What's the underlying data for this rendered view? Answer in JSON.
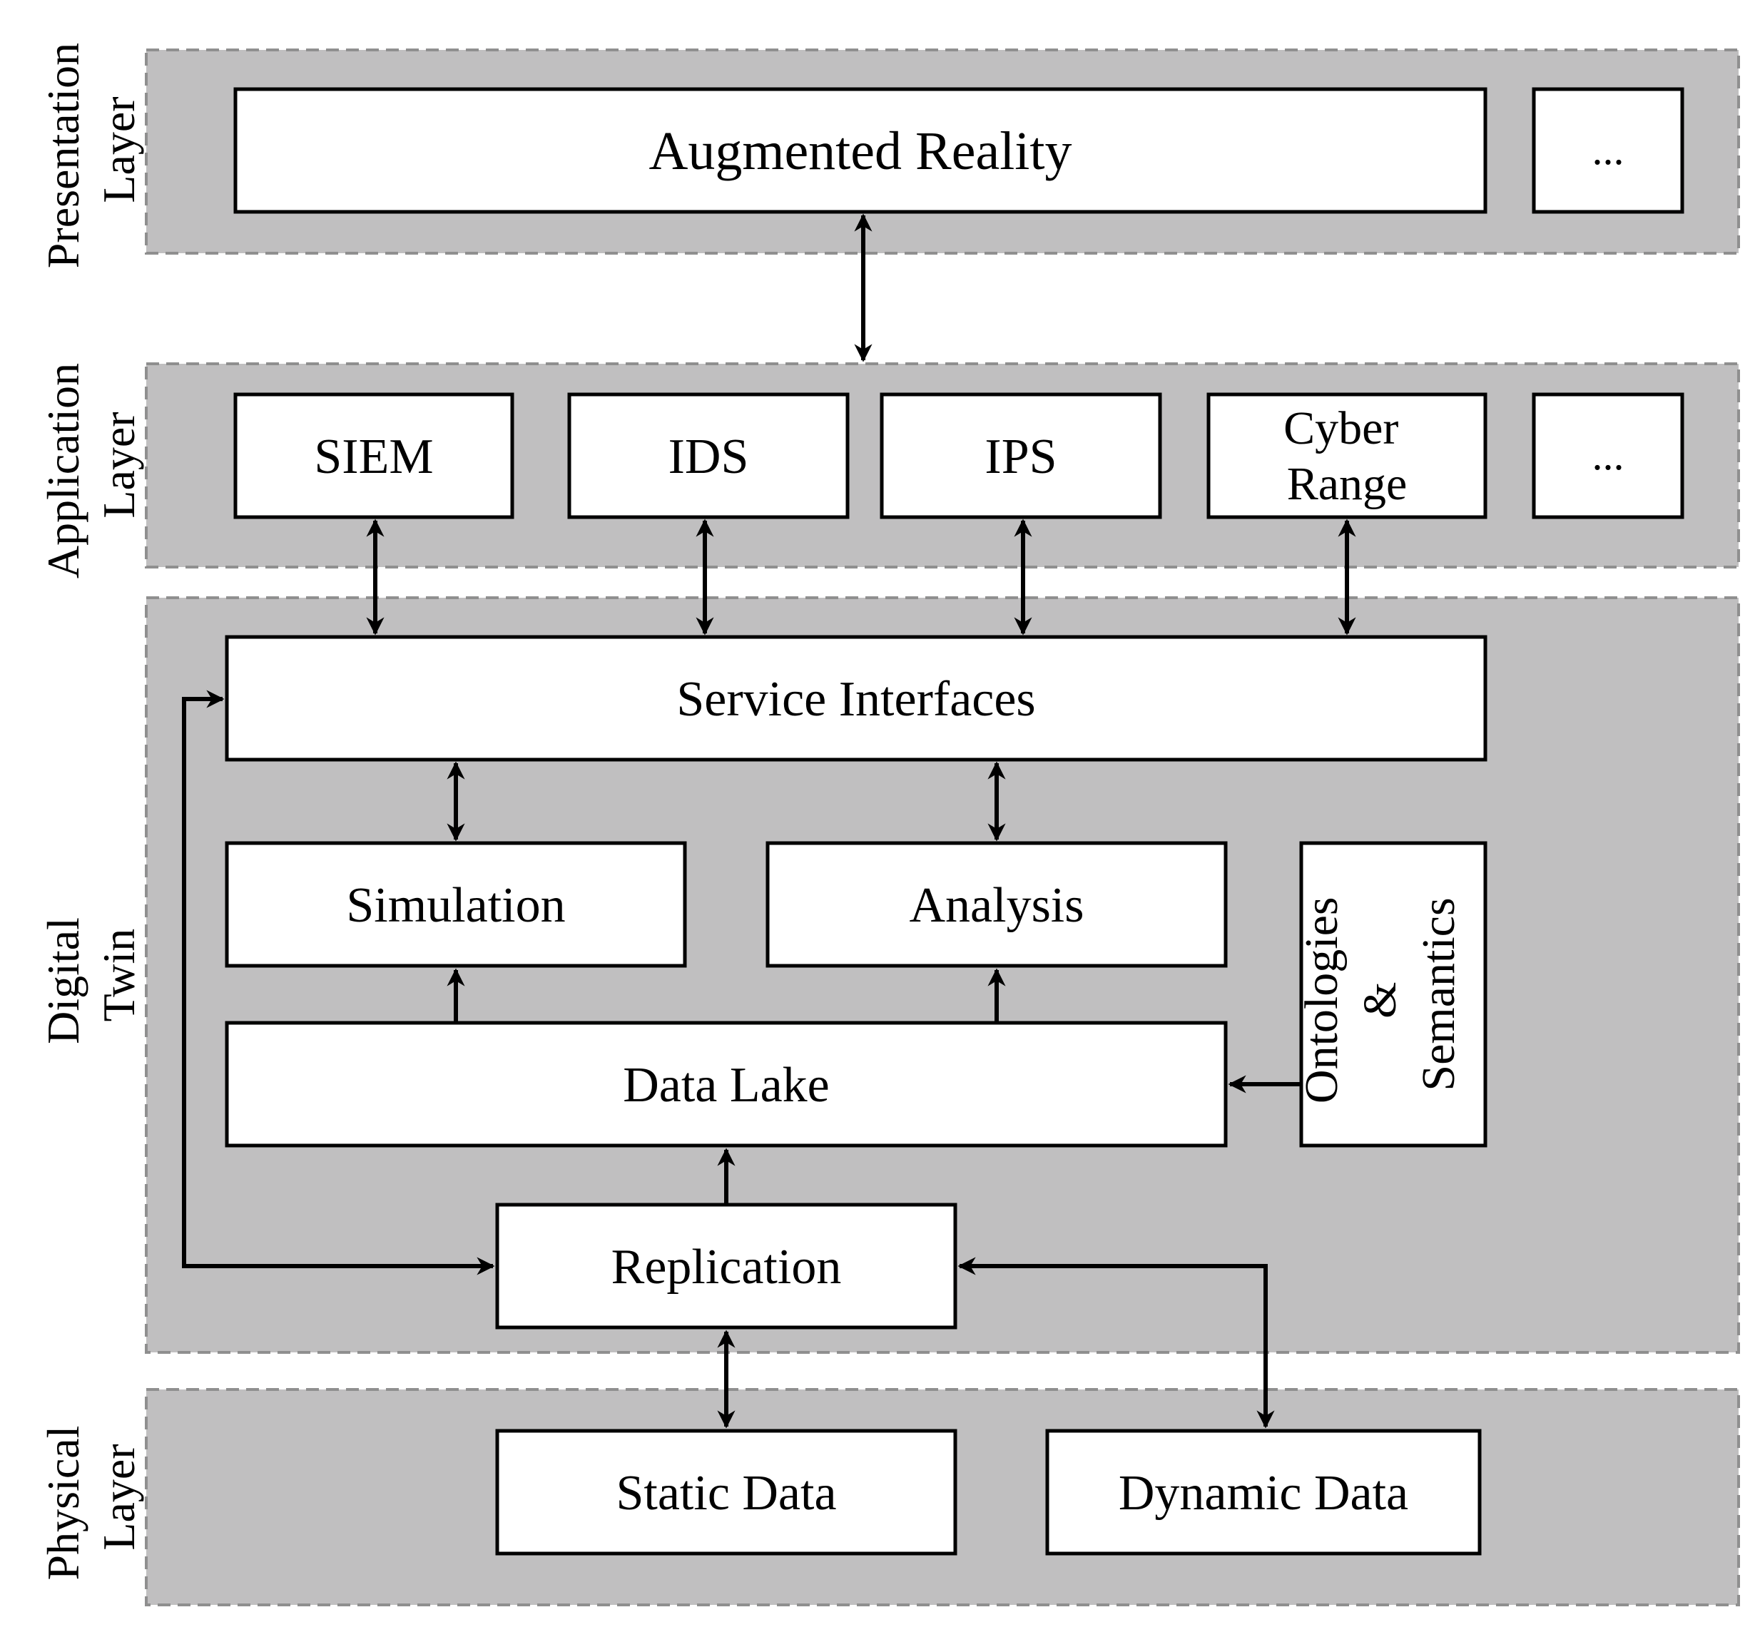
{
  "colors": {
    "layer_fill": "#c0bfc0",
    "layer_border": "#8f8f8f",
    "box_fill": "#ffffff",
    "box_border": "#000000",
    "arrow": "#000000"
  },
  "layers": {
    "presentation": {
      "line1": "Presentation",
      "line2": "Layer"
    },
    "application": {
      "line1": "Application",
      "line2": "Layer"
    },
    "digital_twin": {
      "line1": "Digital",
      "line2": "Twin"
    },
    "physical": {
      "line1": "Physical",
      "line2": "Layer"
    }
  },
  "boxes": {
    "augmented_reality": "Augmented Reality",
    "presentation_more": "...",
    "siem": "SIEM",
    "ids": "IDS",
    "ips": "IPS",
    "cyber_range": {
      "line1": "Cyber",
      "line2": "Range"
    },
    "application_more": "...",
    "service_interfaces": "Service Interfaces",
    "simulation": "Simulation",
    "analysis": "Analysis",
    "ontologies": {
      "line1": "Ontologies",
      "line2": "&",
      "line3": "Semantics"
    },
    "data_lake": "Data Lake",
    "replication": "Replication",
    "static_data": "Static Data",
    "dynamic_data": "Dynamic Data"
  }
}
